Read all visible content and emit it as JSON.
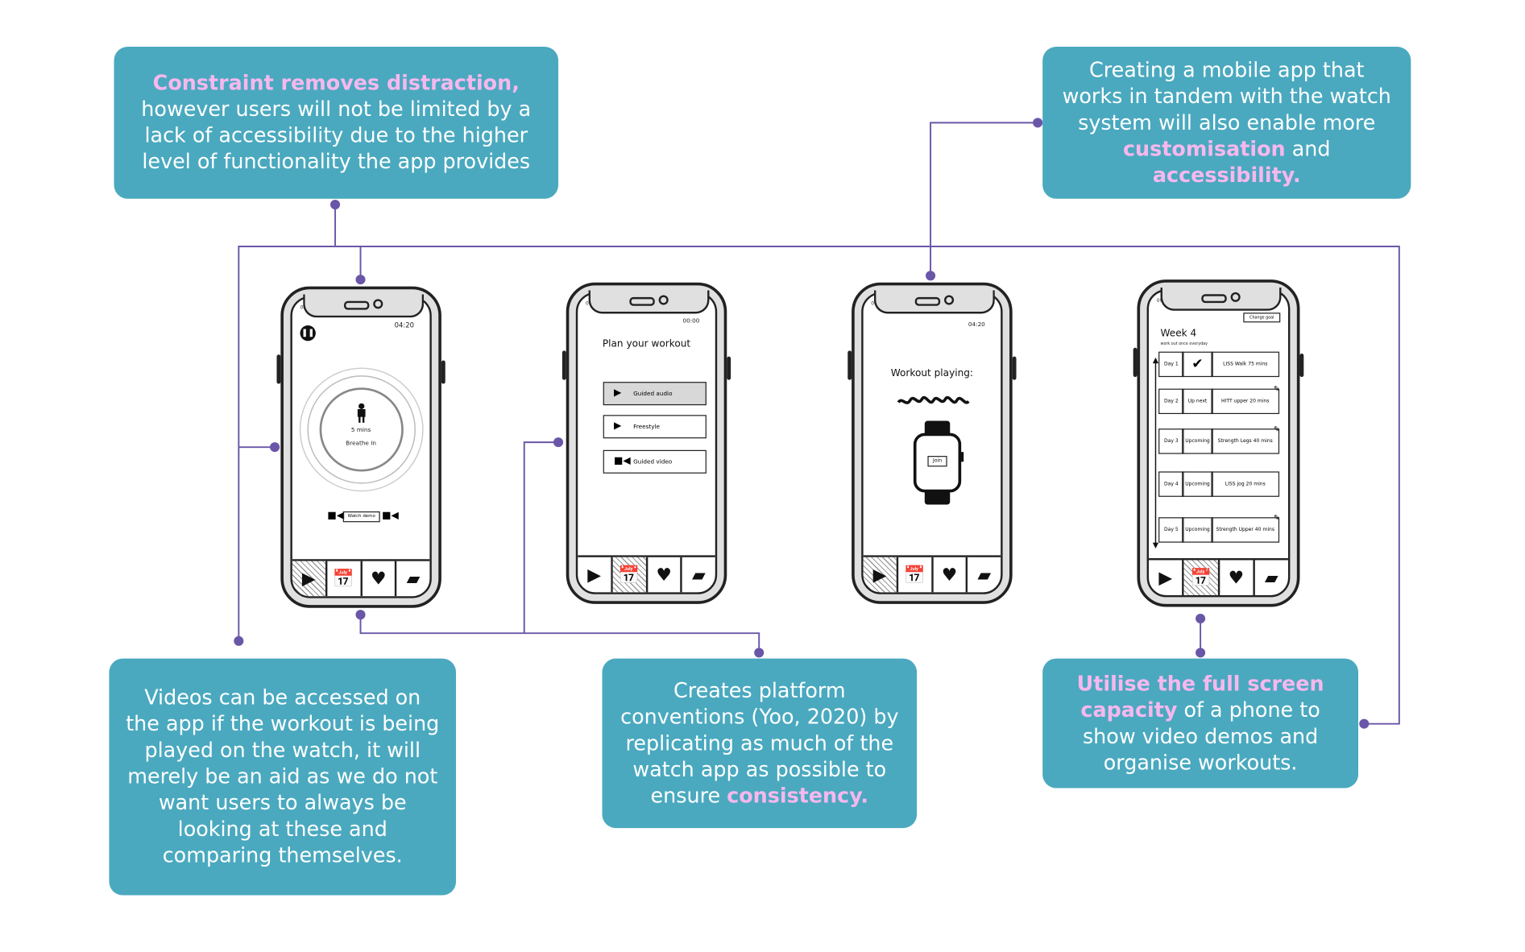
{
  "notes": {
    "top_left": {
      "highlight": "Constraint removes distraction,",
      "text": "however users will not be limited by a lack of accessibility due to the higher level of functionality the app provides"
    },
    "top_right": {
      "text_a": "Creating a mobile app that works in tandem with the watch system will also enable more ",
      "highlight_a": "customisation",
      "text_b": " and ",
      "highlight_b": "accessibility."
    },
    "bottom_left": {
      "text": "Videos can be accessed on the app if the workout is being played on the watch, it will merely be an aid as we do not want users to always be looking at these and comparing themselves."
    },
    "bottom_center": {
      "text": "Creates platform conventions (Yoo, 2020) by replicating as much of the watch app as possible to ensure ",
      "highlight": "consistency."
    },
    "bottom_right": {
      "highlight": "Utilise the full screen capacity",
      "text": " of a phone to show video demos and organise workouts."
    }
  },
  "phones": {
    "common": {
      "status_time": "09:52 AM"
    },
    "phone1": {
      "timer": "04:20",
      "center_line1": "5 mins",
      "center_line2": "Breathe In",
      "watch_demo_button": "Watch demo"
    },
    "phone2": {
      "timer": "00:00",
      "title": "Plan your workout",
      "options": [
        "Guided audio",
        "Freestyle",
        "Guided video"
      ]
    },
    "phone3": {
      "timer": "04:20",
      "title": "Workout playing:",
      "watch_button": "Join"
    },
    "phone4": {
      "change_goal": "Change goal",
      "week_title": "Week 4",
      "week_subtitle": "work out once everyday",
      "rows": [
        {
          "day": "Day 1",
          "status": "",
          "workout": "LISS Walk 75 mins"
        },
        {
          "day": "Day 2",
          "status": "Up next",
          "workout": "HITT upper 20 mins"
        },
        {
          "day": "Day 3",
          "status": "Upcoming",
          "workout": "Strength Legs 40 mins"
        },
        {
          "day": "Day 4",
          "status": "Upcoming",
          "workout": "LISS jog 20 mins"
        },
        {
          "day": "Day 5",
          "status": "Upcoming",
          "workout": "Strength Upper 40 mins"
        }
      ]
    }
  },
  "colors": {
    "note_bg": "#4aa9bf",
    "highlight": "#f6b8ee",
    "connector": "#6a56a8"
  },
  "icons": {
    "play": "play-icon",
    "calendar": "calendar-icon",
    "heart": "heart-rate-icon",
    "book": "book-icon",
    "pause": "pause-icon",
    "person": "person-icon",
    "video": "video-camera-icon",
    "watch": "smartwatch-icon",
    "check": "checkmark-icon",
    "edit": "pencil-icon"
  }
}
